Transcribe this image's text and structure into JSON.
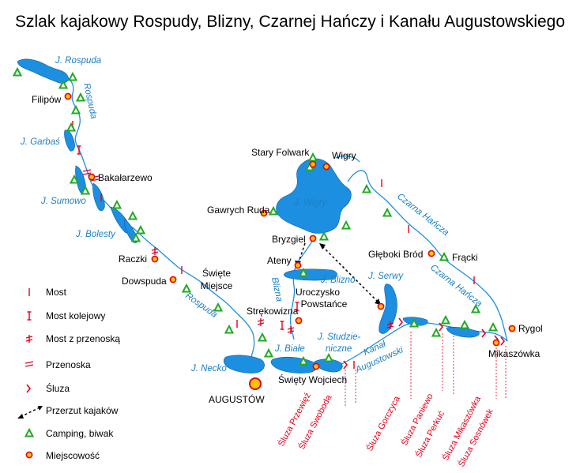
{
  "title": "Szlak kajakowy Rospudy, Blizny, Czarnej Hańczy i Kanału Augustowskiego",
  "colors": {
    "water": "#1c8fe0",
    "label_water": "#1c7fc4",
    "red": "#e3001b",
    "camp": "#22aa22",
    "town_fill": "#f5c400"
  },
  "places": {
    "filipow": "Filipów",
    "bakalarzewo": "Bakałarzewo",
    "raczki": "Raczki",
    "dowspuda": "Dowspuda",
    "swiete_miejsce": [
      "Święte",
      "Miejsce"
    ],
    "strekowizna": "Strękowizna",
    "augustow": "AUGUSTÓW",
    "swiety_wojciech": "Święty Wojciech",
    "stary_folwark": "Stary Folwark",
    "wigry": "Wigry",
    "gawrych_ruda": "Gawrych Ruda",
    "bryzgiel": "Bryzgiel",
    "ateny": "Ateny",
    "uroczysko": [
      "Uroczysko",
      "Powstańce"
    ],
    "gleboki_brod": "Głęboki Bród",
    "fracki": "Frącki",
    "rygol": "Rygol",
    "mikaszowka": "Mikaszówka"
  },
  "waters": {
    "j_rospuda": "J. Rospuda",
    "rospuda_1": "Rospuda",
    "j_garbas": "J. Garbaś",
    "j_sumowo": "J. Sumowo",
    "j_bolesty": "J. Bolesty",
    "rospuda_2": "Rospuda",
    "j_necko": "J. Necko",
    "j_biale": "J. Białe",
    "j_studzieniczne": [
      "J. Studzie-",
      "niczne"
    ],
    "j_wigry": "J. Wigry",
    "blizna": "Blizna",
    "j_blizno": "J. Blizno",
    "j_serwy": "J. Serwy",
    "kanal": [
      "Kanał",
      "Augustowski"
    ],
    "czarna_hancza_1": "Czarna Hańcza",
    "czarna_hancza_2": "Czarna Hańcza"
  },
  "locks": [
    "Śluza Przewięź",
    "Śluza Swoboda",
    "Śluza Gorczyca",
    "Śluza Paniewo",
    "Śluza Perkuć",
    "Śluza Mikaszówka",
    "Śluza Sosnówek"
  ],
  "legend": [
    {
      "symbol": "most",
      "label": "Most"
    },
    {
      "symbol": "most-kolejowy",
      "label": "Most kolejowy"
    },
    {
      "symbol": "most-przenoska",
      "label": "Most z przenoską"
    },
    {
      "symbol": "przenoska",
      "label": "Przenoska"
    },
    {
      "symbol": "sluza",
      "label": "Śluza"
    },
    {
      "symbol": "przerzut",
      "label": "Przerzut kajaków"
    },
    {
      "symbol": "camping",
      "label": "Camping, biwak"
    },
    {
      "symbol": "miejscowosc",
      "label": "Miejscowość"
    }
  ]
}
